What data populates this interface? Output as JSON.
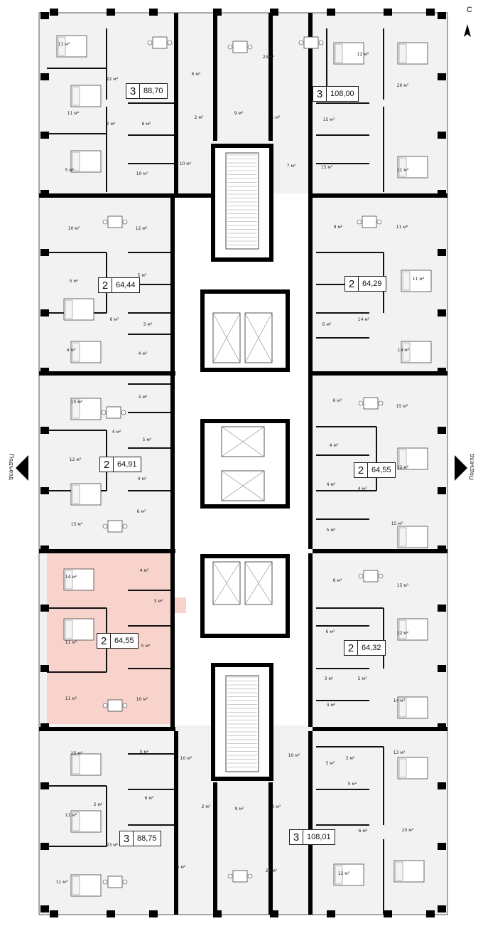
{
  "compass_letter": "С",
  "entrance_label": "Подъезд",
  "apartments": [
    {
      "rooms": "3",
      "area": "88,70"
    },
    {
      "rooms": "3",
      "area": "108,00"
    },
    {
      "rooms": "2",
      "area": "64,44"
    },
    {
      "rooms": "2",
      "area": "64,29"
    },
    {
      "rooms": "2",
      "area": "64,91"
    },
    {
      "rooms": "2",
      "area": "64,55"
    },
    {
      "rooms": "2",
      "area": "64,55"
    },
    {
      "rooms": "2",
      "area": "64,32"
    },
    {
      "rooms": "3",
      "area": "88,75"
    },
    {
      "rooms": "3",
      "area": "108,01"
    }
  ],
  "room_labels": [
    "11 м²",
    "22 м²",
    "6 м²",
    "24 м²",
    "12 м²",
    "20 м²",
    "11 м²",
    "2 м²",
    "6 м²",
    "9 м²",
    "2 м²",
    "5 м²",
    "15 м²",
    "5 м²",
    "10 м²",
    "10 м²",
    "7 м²",
    "15 м²",
    "11 м²",
    "10 м²",
    "12 м²",
    "9 м²",
    "11 м²",
    "5 м²",
    "5 м²",
    "11 м²",
    "6 м²",
    "3 м²",
    "4 м²",
    "6 м²",
    "14 м²",
    "4 м²",
    "14 м²",
    "15 м²",
    "4 м²",
    "6 м²",
    "15 м²",
    "4 м²",
    "5 м²",
    "4 м²",
    "12 м²",
    "12 м²",
    "4 м²",
    "4 м²",
    "4 м²",
    "15 м²",
    "6 м²",
    "5 м²",
    "15 м²",
    "14 м²",
    "4 м²",
    "6 м²",
    "15 м²",
    "3 м²",
    "11 м²",
    "5 м²",
    "6 м²",
    "12 м²",
    "3 м²",
    "5 м²",
    "11 м²",
    "10 м²",
    "4 м²",
    "14 м²",
    "15 м²",
    "5 м²",
    "10 м²",
    "10 м²",
    "13 м²",
    "3 м²",
    "5 м²",
    "5 м²",
    "2 м²",
    "6 м²",
    "2 м²",
    "9 м²",
    "2 м²",
    "11 м²",
    "23 м²",
    "6 м²",
    "20 м²",
    "5 м²",
    "24 м²",
    "12 м²",
    "11 м²"
  ],
  "highlight_color": "#f7d3cc",
  "wall_color": "#000000",
  "floor_color": "#efefef"
}
